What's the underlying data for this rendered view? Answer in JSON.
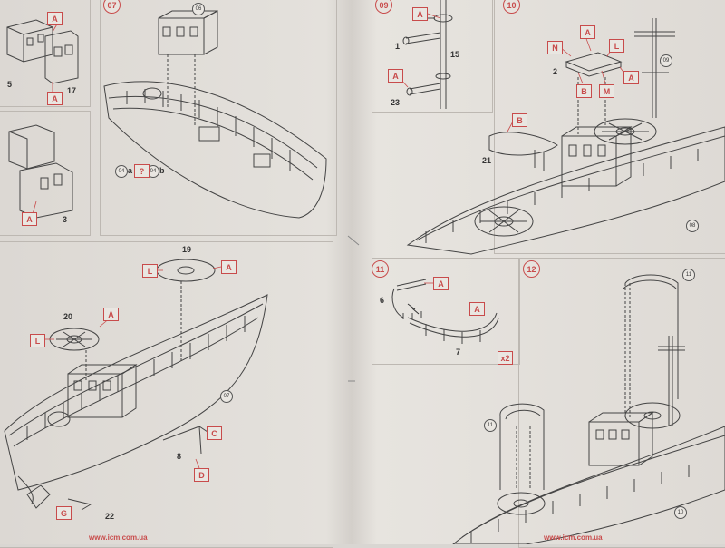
{
  "steps": {
    "s07": "07",
    "s09": "09",
    "s10": "10",
    "s11": "11",
    "s12": "12"
  },
  "markers": {
    "a": "A",
    "b": "B",
    "c": "C",
    "d": "D",
    "g": "G",
    "l": "L",
    "m": "M",
    "n": "N",
    "q": "?"
  },
  "parts": {
    "p1": "1",
    "p2": "2",
    "p3": "3",
    "p5": "5",
    "p6": "6",
    "p7": "7",
    "p8": "8",
    "p15": "15",
    "p17": "17",
    "p19": "19",
    "p20": "20",
    "p21": "21",
    "p22": "22",
    "p23": "23"
  },
  "subs": {
    "sa06": "06",
    "sa07": "07",
    "sa08": "08",
    "sa09": "09",
    "sa10": "10",
    "sa11": "11",
    "sa04": "04"
  },
  "text": {
    "opt_a": "a",
    "opt_b": "b",
    "x2": "x2"
  },
  "footer": {
    "left": "www.icm.com.ua",
    "right": "www.icm.com.ua"
  }
}
